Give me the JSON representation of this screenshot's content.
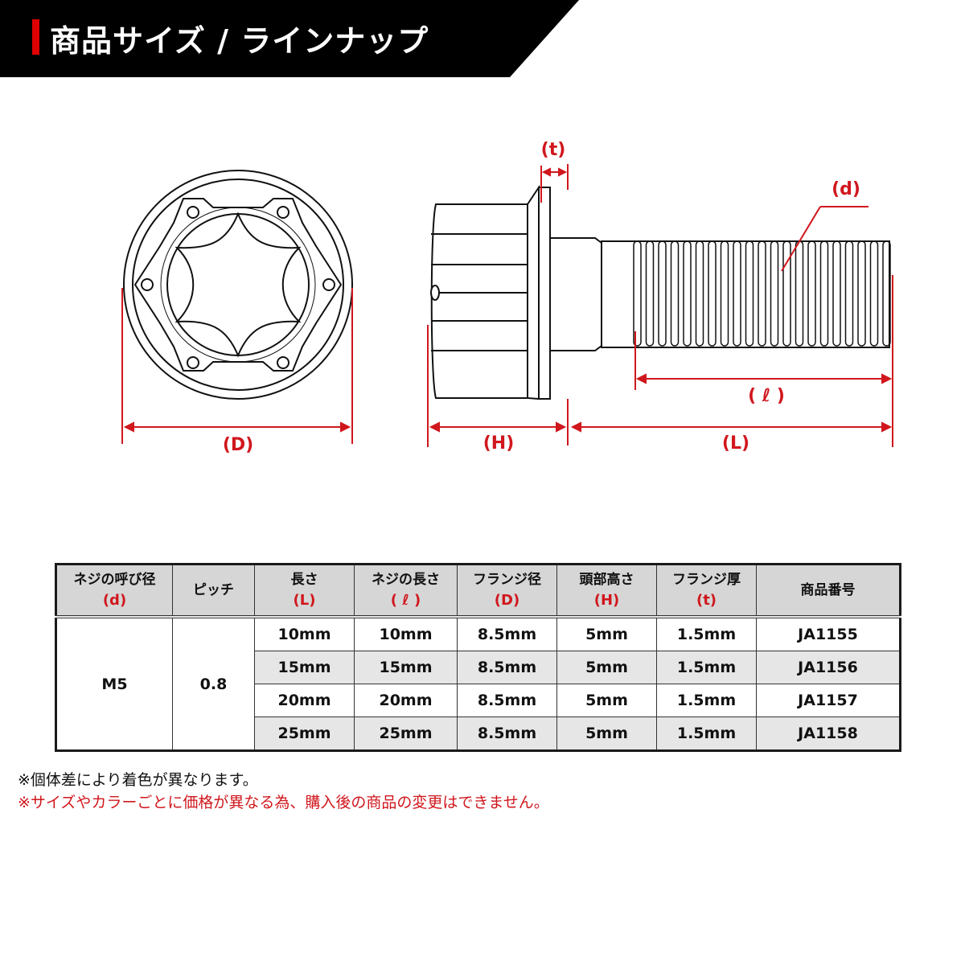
{
  "header": {
    "title": "商品サイズ / ラインナップ",
    "accent_color": "#e00000",
    "bar_color": "#000000"
  },
  "diagram": {
    "front_view": {
      "dimension_label": "(D)"
    },
    "side_view": {
      "labels": {
        "t": "(t)",
        "d": "(d)",
        "l": "( ℓ )",
        "H": "(H)",
        "L": "(L)"
      }
    },
    "dimension_color": "#d0171d"
  },
  "table": {
    "headers": [
      {
        "label": "ネジの呼び径",
        "symbol": "(d)"
      },
      {
        "label": "ピッチ",
        "symbol": ""
      },
      {
        "label": "長さ",
        "symbol": "(L)"
      },
      {
        "label": "ネジの長さ",
        "symbol": "( ℓ )"
      },
      {
        "label": "フランジ径",
        "symbol": "(D)"
      },
      {
        "label": "頭部高さ",
        "symbol": "(H)"
      },
      {
        "label": "フランジ厚",
        "symbol": "(t)"
      },
      {
        "label": "商品番号",
        "symbol": ""
      }
    ],
    "nominal_diameter": "M5",
    "pitch": "0.8",
    "rows": [
      {
        "length": "10mm",
        "thread_length": "10mm",
        "flange_dia": "8.5mm",
        "head_height": "5mm",
        "flange_thickness": "1.5mm",
        "product_no": "JA1155"
      },
      {
        "length": "15mm",
        "thread_length": "15mm",
        "flange_dia": "8.5mm",
        "head_height": "5mm",
        "flange_thickness": "1.5mm",
        "product_no": "JA1156"
      },
      {
        "length": "20mm",
        "thread_length": "20mm",
        "flange_dia": "8.5mm",
        "head_height": "5mm",
        "flange_thickness": "1.5mm",
        "product_no": "JA1157"
      },
      {
        "length": "25mm",
        "thread_length": "25mm",
        "flange_dia": "8.5mm",
        "head_height": "5mm",
        "flange_thickness": "1.5mm",
        "product_no": "JA1158"
      }
    ]
  },
  "notes": {
    "note1": "※個体差により着色が異なります。",
    "note2": "※サイズやカラーごとに価格が異なる為、購入後の商品の変更はできません。"
  }
}
